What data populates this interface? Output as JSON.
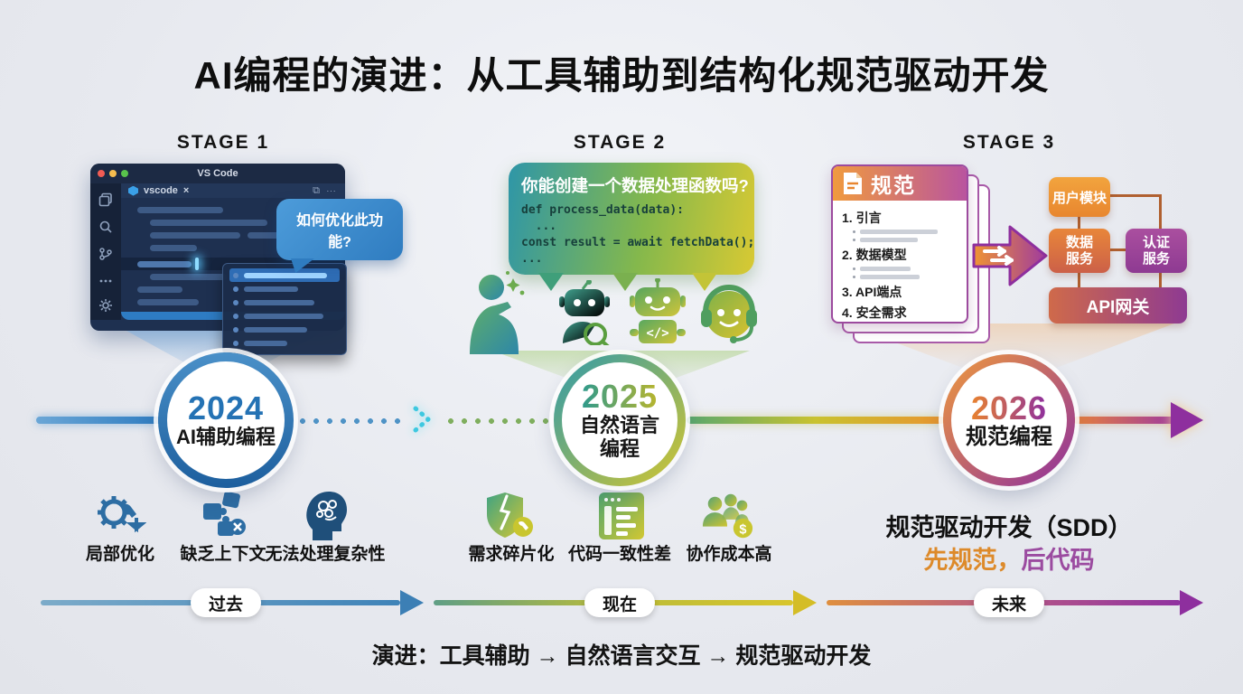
{
  "title": "AI编程的演进：从工具辅助到结构化规范驱动开发",
  "footer": "演进：工具辅助 → 自然语言交互 → 规范驱动开发",
  "timeline": {
    "past": "过去",
    "present": "现在",
    "future": "未来"
  },
  "stage1": {
    "label": "STAGE 1",
    "window_title": "VS Code",
    "tab_name": "vscode",
    "tab_close": "×",
    "tab_right_icons": "⧉ ⋯",
    "bubble": "如何优化此功能?",
    "year": "2024",
    "year_label": "AI辅助编程",
    "issues": [
      {
        "icon": "gear-wrench-down-icon",
        "label": "局部优化"
      },
      {
        "icon": "puzzle-pieces-icon",
        "label": "缺乏上下文"
      },
      {
        "icon": "head-brain-icon",
        "label": "无法处理复杂性"
      }
    ]
  },
  "stage2": {
    "label": "STAGE 2",
    "bubble_question": "你能创建一个数据处理函数吗?",
    "bubble_code": [
      "def process_data(data):",
      "  ...",
      "const result = await fetchData();",
      "..."
    ],
    "robot_laptop_code": "</>",
    "year": "2025",
    "year_label_line1": "自然语言",
    "year_label_line2": "编程",
    "issues": [
      {
        "icon": "broken-shield-icon",
        "label": "需求碎片化"
      },
      {
        "icon": "code-window-icon",
        "label": "代码一致性差"
      },
      {
        "icon": "people-dollar-icon",
        "label": "协作成本高"
      }
    ]
  },
  "stage3": {
    "label": "STAGE 3",
    "doc_title": "规范",
    "doc_items": [
      "1. 引言",
      "2. 数据模型",
      "3. API端点",
      "4. 安全需求"
    ],
    "arch": {
      "top": "用户模块",
      "left_line1": "数据",
      "left_line2": "服务",
      "right_line1": "认证",
      "right_line2": "服务",
      "bottom": "API网关"
    },
    "year": "2026",
    "year_label": "规范编程",
    "sdd_title": "规范驱动开发（SDD）",
    "sdd_sub_orange": "先规范，",
    "sdd_sub_purple": "后代码",
    "coin_symbol": "$"
  },
  "colors": {
    "stage1_accent": "#2e7cc3",
    "stage2_accent_start": "#2e96a8",
    "stage2_accent_end": "#d8c933",
    "stage3_accent_start": "#ef9a3c",
    "stage3_accent_end": "#8e2f9e",
    "background": "#e9ebf0"
  }
}
